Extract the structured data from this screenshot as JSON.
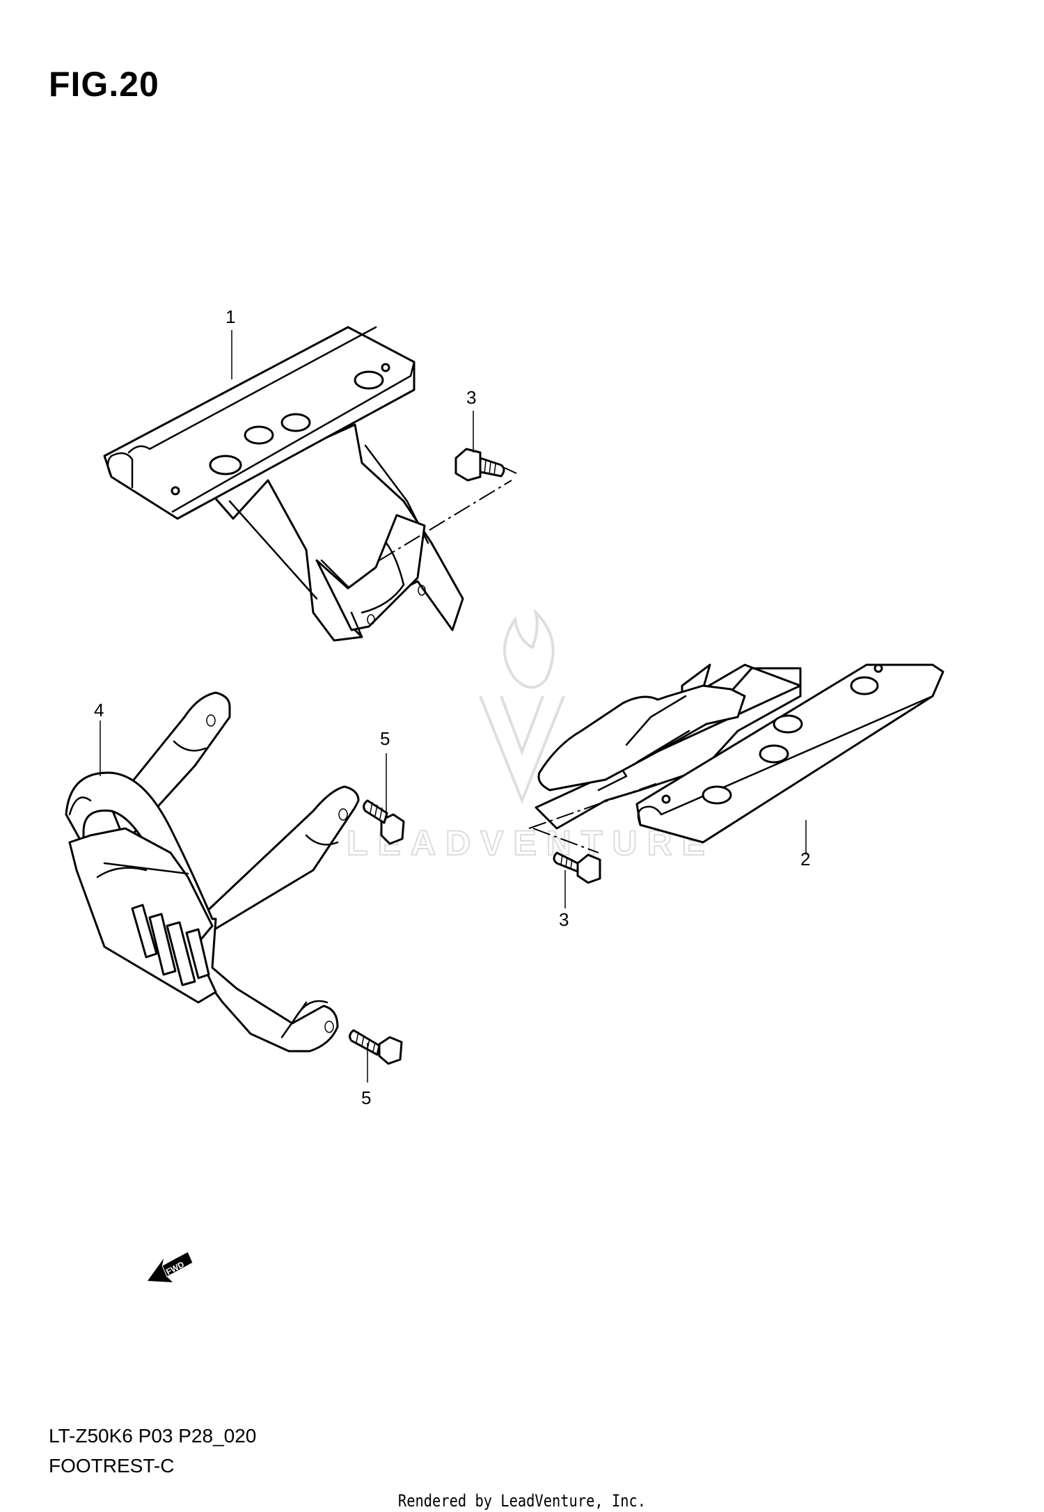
{
  "figure": {
    "title": "FIG.20"
  },
  "footer": {
    "model_code": "LT-Z50K6 P03 P28_020",
    "section_name": "FOOTREST-C",
    "rendered_by": "Rendered by LeadVenture, Inc."
  },
  "watermark": {
    "text": "LEADVENTURE"
  },
  "fwd_arrow": {
    "label": "FWD"
  },
  "callouts": [
    {
      "id": "c1",
      "label": "1"
    },
    {
      "id": "c3a",
      "label": "3"
    },
    {
      "id": "c4",
      "label": "4"
    },
    {
      "id": "c5a",
      "label": "5"
    },
    {
      "id": "c2",
      "label": "2"
    },
    {
      "id": "c3b",
      "label": "3"
    },
    {
      "id": "c5b",
      "label": "5"
    }
  ]
}
